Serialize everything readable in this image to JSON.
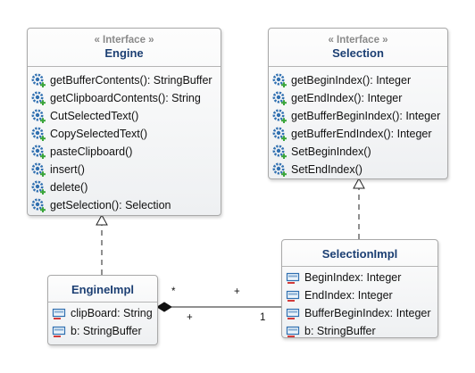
{
  "classes": {
    "engine": {
      "stereotype": "« Interface »",
      "name": "Engine",
      "members": [
        "getBufferContents(): StringBuffer",
        "getClipboardContents(): String",
        "CutSelectedText()",
        "CopySelectedText()",
        "pasteClipboard()",
        "insert()",
        "delete()",
        "getSelection(): Selection"
      ],
      "member_icon": "method-icon"
    },
    "selection": {
      "stereotype": "« Interface »",
      "name": "Selection",
      "members": [
        "getBeginIndex(): Integer",
        "getEndIndex(): Integer",
        "getBufferBeginIndex(): Integer",
        "getBufferEndIndex(): Integer",
        "SetBeginIndex()",
        "SetEndIndex()"
      ],
      "member_icon": "method-icon"
    },
    "selection_impl": {
      "name": "SelectionImpl",
      "members": [
        "BeginIndex: Integer",
        "EndIndex: Integer",
        "BufferBeginIndex: Integer",
        "b: StringBuffer"
      ],
      "member_icon": "attribute-icon"
    },
    "engine_impl": {
      "name": "EngineImpl",
      "members": [
        "clipBoard: String",
        "b: StringBuffer"
      ],
      "member_icon": "attribute-icon"
    }
  },
  "relations": {
    "composition": {
      "multiplicity_engine_impl": "*",
      "visibility_engine_impl": "+",
      "visibility_selection_impl": "+",
      "multiplicity_selection_impl": "1"
    }
  },
  "colors": {
    "class_name": "#1c3f73",
    "method_icon": "#2f6fb0",
    "method_icon_plus": "#3aa53a",
    "attribute_icon": "#2f6fb0",
    "attribute_icon_minus": "#d23b3b"
  }
}
